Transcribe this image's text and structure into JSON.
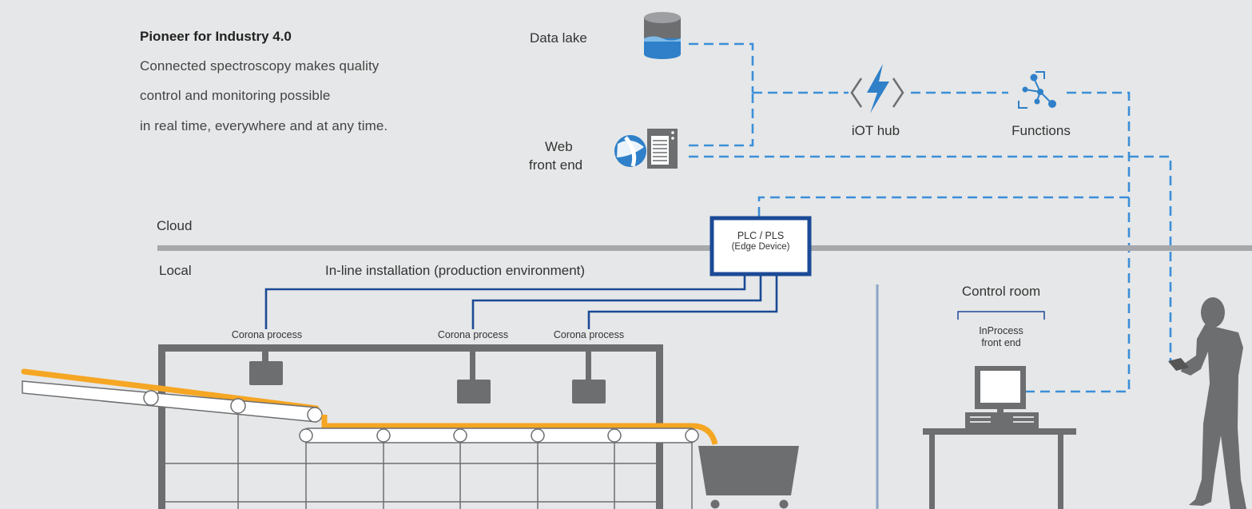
{
  "intro": {
    "title": "Pioneer for Industry 4.0",
    "lines": [
      "Connected spectroscopy makes quality",
      "control and monitoring possible",
      "in real time, everywhere and at any time."
    ]
  },
  "cloud_components": {
    "data_lake": "Data lake",
    "web_front_end": [
      "Web",
      "front end"
    ],
    "iot_hub": "iOT hub",
    "functions": "Functions"
  },
  "zones": {
    "cloud": "Cloud",
    "local": "Local",
    "inline": "In-line installation (production environment)"
  },
  "edge_device": {
    "line1": "PLC / PLS",
    "line2": "(Edge Device)"
  },
  "sensors": [
    "Corona process",
    "Corona process",
    "Corona process"
  ],
  "control_room": {
    "title": "Control room",
    "front_end": [
      "InProcess",
      "front end"
    ]
  },
  "colors": {
    "background": "#e6e7e8",
    "dashed_link": "#3b8fd9",
    "solid_link": "#1b4a96",
    "machine_gray": "#6d6e70",
    "product_orange": "#f5a623",
    "cloud_line": "#a6a8ab"
  },
  "icons": [
    "database-icon",
    "globe-icon",
    "server-icon",
    "iot-hub-icon",
    "functions-icon",
    "monitor-icon",
    "person-with-tablet-icon"
  ]
}
